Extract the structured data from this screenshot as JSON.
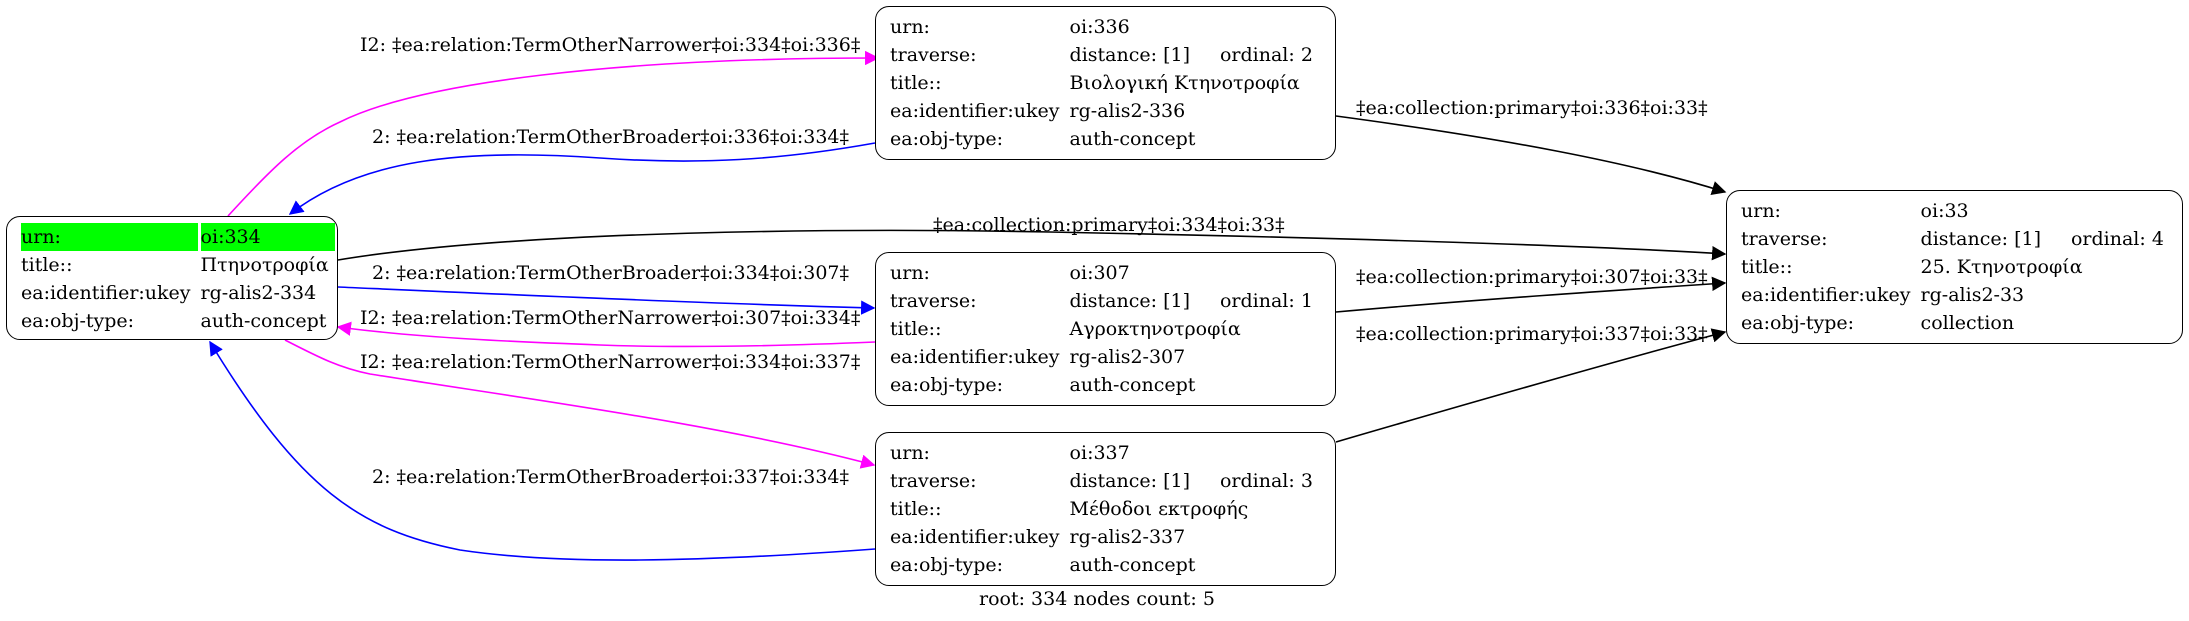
{
  "nodes": {
    "n334": {
      "rows": [
        {
          "key": "urn:",
          "value": "oi:334"
        },
        {
          "key": "title::",
          "value": "Πτηνοτροφία"
        },
        {
          "key": "ea:identifier:ukey",
          "value": "rg-alis2-334"
        },
        {
          "key": "ea:obj-type:",
          "value": "auth-concept"
        }
      ]
    },
    "n336": {
      "urn_key": "urn:",
      "urn": "oi:336",
      "traverse_key": "traverse:",
      "distance": "distance: [1]",
      "ordinal": "ordinal: 2",
      "title_key": "title::",
      "title": "Βιολογική Κτηνοτροφία",
      "ukey_key": "ea:identifier:ukey",
      "ukey": "rg-alis2-336",
      "type_key": "ea:obj-type:",
      "type": "auth-concept"
    },
    "n307": {
      "urn_key": "urn:",
      "urn": "oi:307",
      "traverse_key": "traverse:",
      "distance": "distance: [1]",
      "ordinal": "ordinal: 1",
      "title_key": "title::",
      "title": "Αγροκτηνοτροφία",
      "ukey_key": "ea:identifier:ukey",
      "ukey": "rg-alis2-307",
      "type_key": "ea:obj-type:",
      "type": "auth-concept"
    },
    "n337": {
      "urn_key": "urn:",
      "urn": "oi:337",
      "traverse_key": "traverse:",
      "distance": "distance: [1]",
      "ordinal": "ordinal: 3",
      "title_key": "title::",
      "title": "Μέθοδοι εκτροφής",
      "ukey_key": "ea:identifier:ukey",
      "ukey": "rg-alis2-337",
      "type_key": "ea:obj-type:",
      "type": "auth-concept"
    },
    "n33": {
      "urn_key": "urn:",
      "urn": "oi:33",
      "traverse_key": "traverse:",
      "distance": "distance: [1]",
      "ordinal": "ordinal: 4",
      "title_key": "title::",
      "title": "25. Κτηνοτροφία",
      "ukey_key": "ea:identifier:ukey",
      "ukey": "rg-alis2-33",
      "type_key": "ea:obj-type:",
      "type": "collection"
    }
  },
  "edges": {
    "e334_336": "I2: ‡ea:relation:TermOtherNarrower‡oi:334‡oi:336‡",
    "e336_334": "2: ‡ea:relation:TermOtherBroader‡oi:336‡oi:334‡",
    "e336_33": "‡ea:collection:primary‡oi:336‡oi:33‡",
    "e334_33": "‡ea:collection:primary‡oi:334‡oi:33‡",
    "e334_307": "2: ‡ea:relation:TermOtherBroader‡oi:334‡oi:307‡",
    "e307_334": "I2: ‡ea:relation:TermOtherNarrower‡oi:307‡oi:334‡",
    "e334_337": "I2: ‡ea:relation:TermOtherNarrower‡oi:334‡oi:337‡",
    "e337_334": "2: ‡ea:relation:TermOtherBroader‡oi:337‡oi:334‡",
    "e307_33": "‡ea:collection:primary‡oi:307‡oi:33‡",
    "e337_33": "‡ea:collection:primary‡oi:337‡oi:33‡"
  },
  "colors": {
    "narrower": "#ff00ff",
    "broader": "#0000ff",
    "collection": "#000000",
    "root_highlight": "#00ff00"
  },
  "footer": "root: 334 nodes count: 5"
}
